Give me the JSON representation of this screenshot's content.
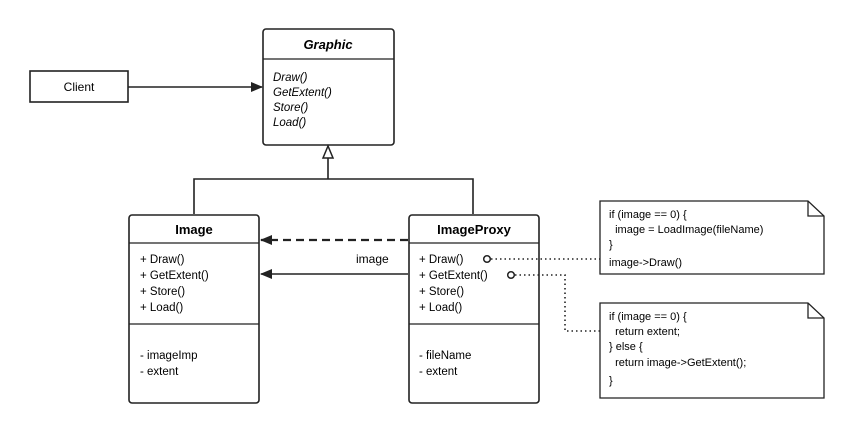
{
  "client": {
    "label": "Client"
  },
  "graphic": {
    "title": "Graphic",
    "methods": [
      "Draw()",
      "GetExtent()",
      "Store()",
      "Load()"
    ]
  },
  "image": {
    "title": "Image",
    "methods": [
      "+ Draw()",
      "+ GetExtent()",
      "+ Store()",
      "+ Load()"
    ],
    "fields": [
      "- imageImp",
      "- extent"
    ]
  },
  "image_proxy": {
    "title": "ImageProxy",
    "methods": [
      "+ Draw()",
      "+ GetExtent()",
      "+ Store()",
      "+ Load()"
    ],
    "fields": [
      "- fileName",
      "- extent"
    ]
  },
  "association": {
    "label": "image"
  },
  "note_draw": {
    "lines": [
      "if (image == 0) {",
      "  image = LoadImage(fileName)",
      "}",
      "image->Draw()"
    ]
  },
  "note_extent": {
    "lines": [
      "if (image == 0) {",
      "  return extent;",
      "} else {",
      "  return image->GetExtent();",
      "}"
    ]
  }
}
